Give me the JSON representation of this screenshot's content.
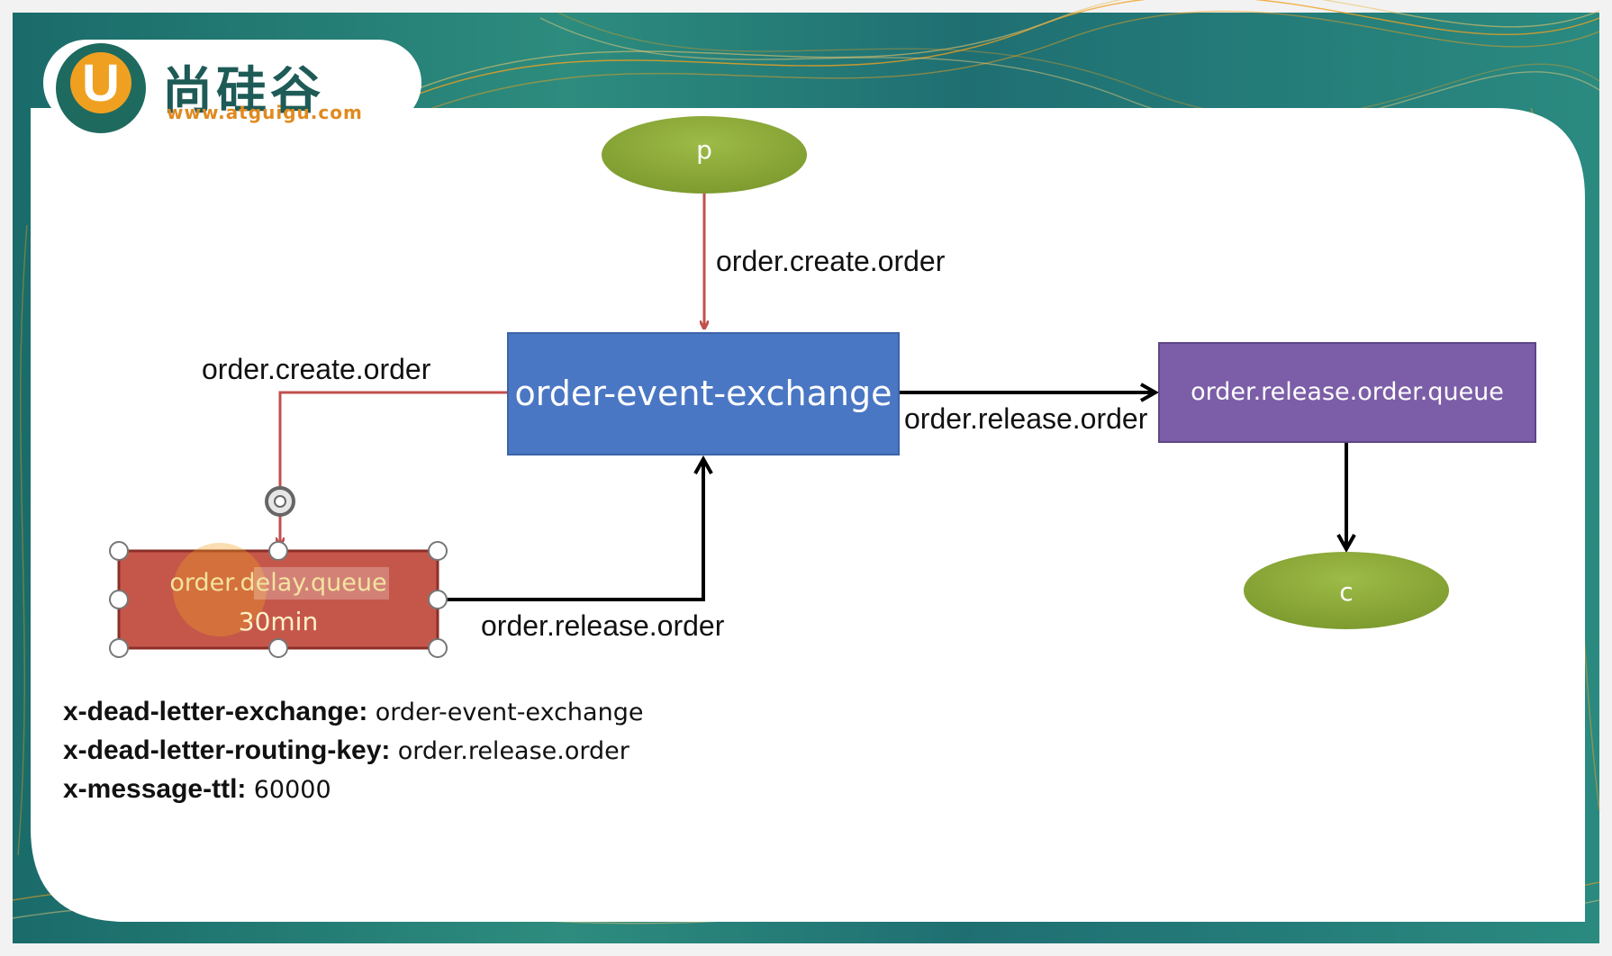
{
  "logo": {
    "brand_text": "尚硅谷",
    "url": "www.atguigu.com",
    "mark_letter": "U"
  },
  "nodes": {
    "producer": "p",
    "exchange": "order-event-exchange",
    "release_queue": "order.release.order.queue",
    "delay_queue_name": "order.delay.queue",
    "delay_queue_ttl": "30min",
    "consumer": "c"
  },
  "edges": {
    "p_to_exchange": "order.create.order",
    "exchange_to_delay": "order.create.order",
    "exchange_to_release": "order.release.order",
    "delay_to_exchange": "order.release.order"
  },
  "properties": [
    {
      "key": "x-dead-letter-exchange:",
      "value": "order-event-exchange"
    },
    {
      "key": "x-dead-letter-routing-key:",
      "value": "order.release.order"
    },
    {
      "key": "x-message-ttl:",
      "value": "60000"
    }
  ],
  "colors": {
    "exchange_fill": "#4a77c4",
    "release_queue_fill": "#7b5ea7",
    "delay_queue_fill": "#c5574a",
    "ellipse_fill": "#8fae3a",
    "red_arrow": "#c0504d",
    "black_arrow": "#000000",
    "frame_teal": "#1d6a6a",
    "accent_orange": "#f0a020"
  }
}
